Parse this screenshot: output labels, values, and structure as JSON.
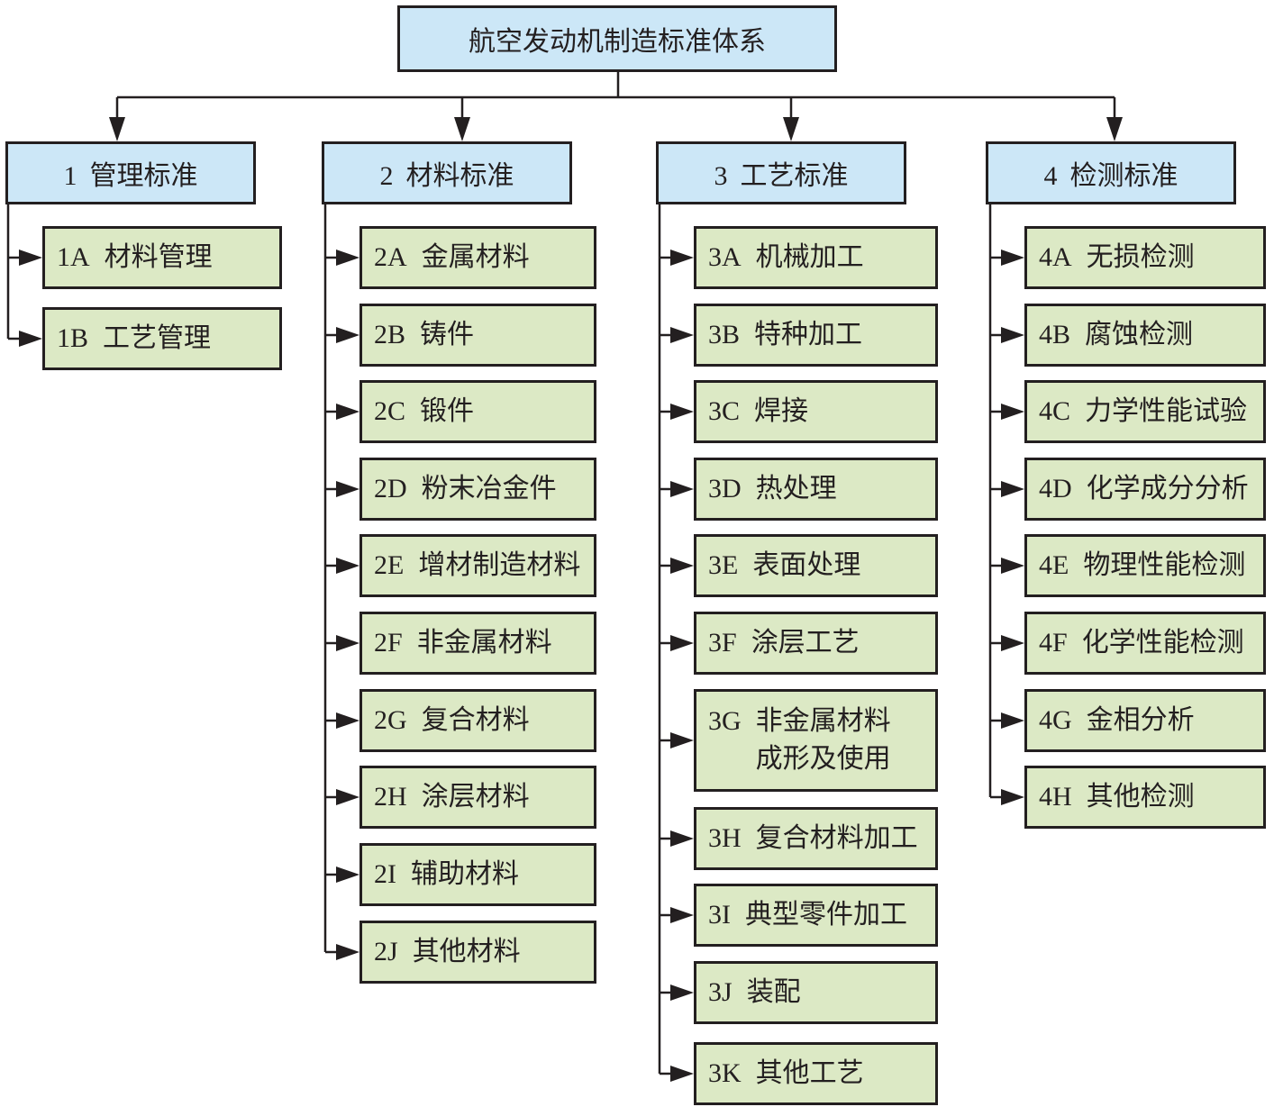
{
  "title": "航空发动机制造标准体系",
  "categories": [
    {
      "code": "1",
      "name": "管理标准",
      "items": [
        {
          "code": "1A",
          "lines": [
            "材料管理"
          ]
        },
        {
          "code": "1B",
          "lines": [
            "工艺管理"
          ]
        }
      ]
    },
    {
      "code": "2",
      "name": "材料标准",
      "items": [
        {
          "code": "2A",
          "lines": [
            "金属材料"
          ]
        },
        {
          "code": "2B",
          "lines": [
            "铸件"
          ]
        },
        {
          "code": "2C",
          "lines": [
            "锻件"
          ]
        },
        {
          "code": "2D",
          "lines": [
            "粉末冶金件"
          ]
        },
        {
          "code": "2E",
          "lines": [
            "增材制造材料"
          ]
        },
        {
          "code": "2F",
          "lines": [
            "非金属材料"
          ]
        },
        {
          "code": "2G",
          "lines": [
            "复合材料"
          ]
        },
        {
          "code": "2H",
          "lines": [
            "涂层材料"
          ]
        },
        {
          "code": "2I",
          "lines": [
            "辅助材料"
          ]
        },
        {
          "code": "2J",
          "lines": [
            "其他材料"
          ]
        }
      ]
    },
    {
      "code": "3",
      "name": "工艺标准",
      "items": [
        {
          "code": "3A",
          "lines": [
            "机械加工"
          ]
        },
        {
          "code": "3B",
          "lines": [
            "特种加工"
          ]
        },
        {
          "code": "3C",
          "lines": [
            "焊接"
          ]
        },
        {
          "code": "3D",
          "lines": [
            "热处理"
          ]
        },
        {
          "code": "3E",
          "lines": [
            "表面处理"
          ]
        },
        {
          "code": "3F",
          "lines": [
            "涂层工艺"
          ]
        },
        {
          "code": "3G",
          "lines": [
            "非金属材料",
            "成形及使用"
          ]
        },
        {
          "code": "3H",
          "lines": [
            "复合材料加工"
          ]
        },
        {
          "code": "3I",
          "lines": [
            "典型零件加工"
          ]
        },
        {
          "code": "3J",
          "lines": [
            "装配"
          ]
        },
        {
          "code": "3K",
          "lines": [
            "其他工艺"
          ]
        }
      ]
    },
    {
      "code": "4",
      "name": "检测标准",
      "items": [
        {
          "code": "4A",
          "lines": [
            "无损检测"
          ]
        },
        {
          "code": "4B",
          "lines": [
            "腐蚀检测"
          ]
        },
        {
          "code": "4C",
          "lines": [
            "力学性能试验"
          ]
        },
        {
          "code": "4D",
          "lines": [
            "化学成分分析"
          ]
        },
        {
          "code": "4E",
          "lines": [
            "物理性能检测"
          ]
        },
        {
          "code": "4F",
          "lines": [
            "化学性能检测"
          ]
        },
        {
          "code": "4G",
          "lines": [
            "金相分析"
          ]
        },
        {
          "code": "4H",
          "lines": [
            "其他检测"
          ]
        }
      ]
    }
  ],
  "colors": {
    "root_fill": "#cce7f7",
    "category_fill": "#cce7f7",
    "item_fill": "#dce9c5",
    "line": "#231f20"
  }
}
